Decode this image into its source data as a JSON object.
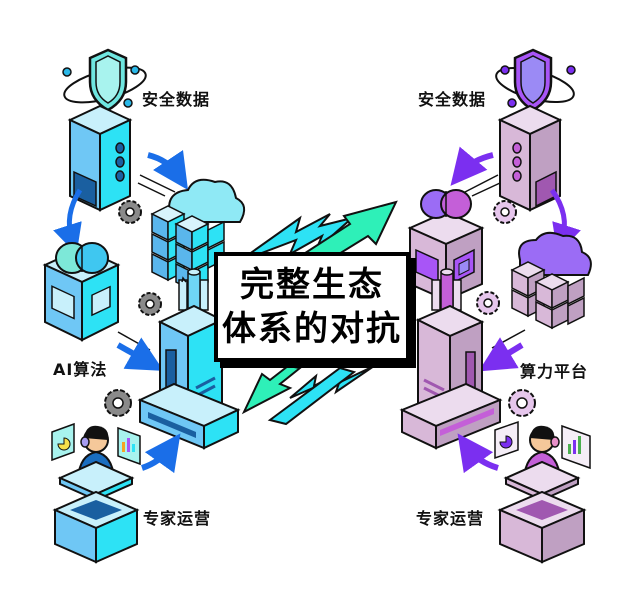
{
  "title": {
    "line1": "完整生态",
    "line2": "体系的对抗"
  },
  "left_side": {
    "theme_color": "#29d9f0",
    "accent_color": "#1a73e8",
    "labels": {
      "security_data": "安全数据",
      "ai_algorithm": "AI算法",
      "expert_ops": "专家运营"
    }
  },
  "right_side": {
    "theme_color": "#c9a8c9",
    "accent_color": "#8e2de2",
    "labels": {
      "security_data": "安全数据",
      "compute_platform": "算力平台",
      "expert_ops": "专家运营"
    }
  },
  "colors": {
    "cyan": "#2de2f5",
    "light_blue": "#9fd8f7",
    "mint": "#2ef0b8",
    "purple": "#a855f7",
    "mauve": "#d8b8d8",
    "gear_gray": "#8a8a8a",
    "gear_pink": "#e6c6ec"
  }
}
